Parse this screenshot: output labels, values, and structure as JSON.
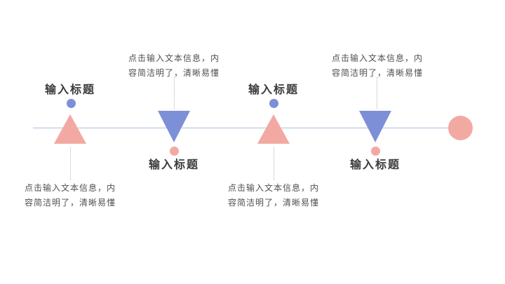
{
  "slide": {
    "background": "#ffffff",
    "timeline": {
      "line_color": "#abc3de",
      "end_circle_color": "#f2a9a1"
    },
    "colors": {
      "pink": "#f2a9a1",
      "blue": "#7d8fd6",
      "title_text": "#3b3b3b",
      "body_text": "#4f4f4f",
      "dotted_line": "#b3b3b3"
    },
    "items": [
      {
        "direction": "up",
        "title": "输入标题",
        "body_lines": [
          "点击输入文本信息，内",
          "容简洁明了，清晰易懂"
        ],
        "triangle_color": "#f2a9a1",
        "dot_color": "#7d8fd6"
      },
      {
        "direction": "down",
        "title": "输入标题",
        "body_lines": [
          "点击输入文本信息，内",
          "容简洁明了，清晰易懂"
        ],
        "triangle_color": "#7d8fd6",
        "dot_color": "#f2a9a1"
      },
      {
        "direction": "up",
        "title": "输入标题",
        "body_lines": [
          "点击输入文本信息，内",
          "容简洁明了，清晰易懂"
        ],
        "triangle_color": "#f2a9a1",
        "dot_color": "#7d8fd6"
      },
      {
        "direction": "down",
        "title": "输入标题",
        "body_lines": [
          "点击输入文本信息，内",
          "容简洁明了，清晰易懂"
        ],
        "triangle_color": "#7d8fd6",
        "dot_color": "#f2a9a1"
      }
    ]
  }
}
